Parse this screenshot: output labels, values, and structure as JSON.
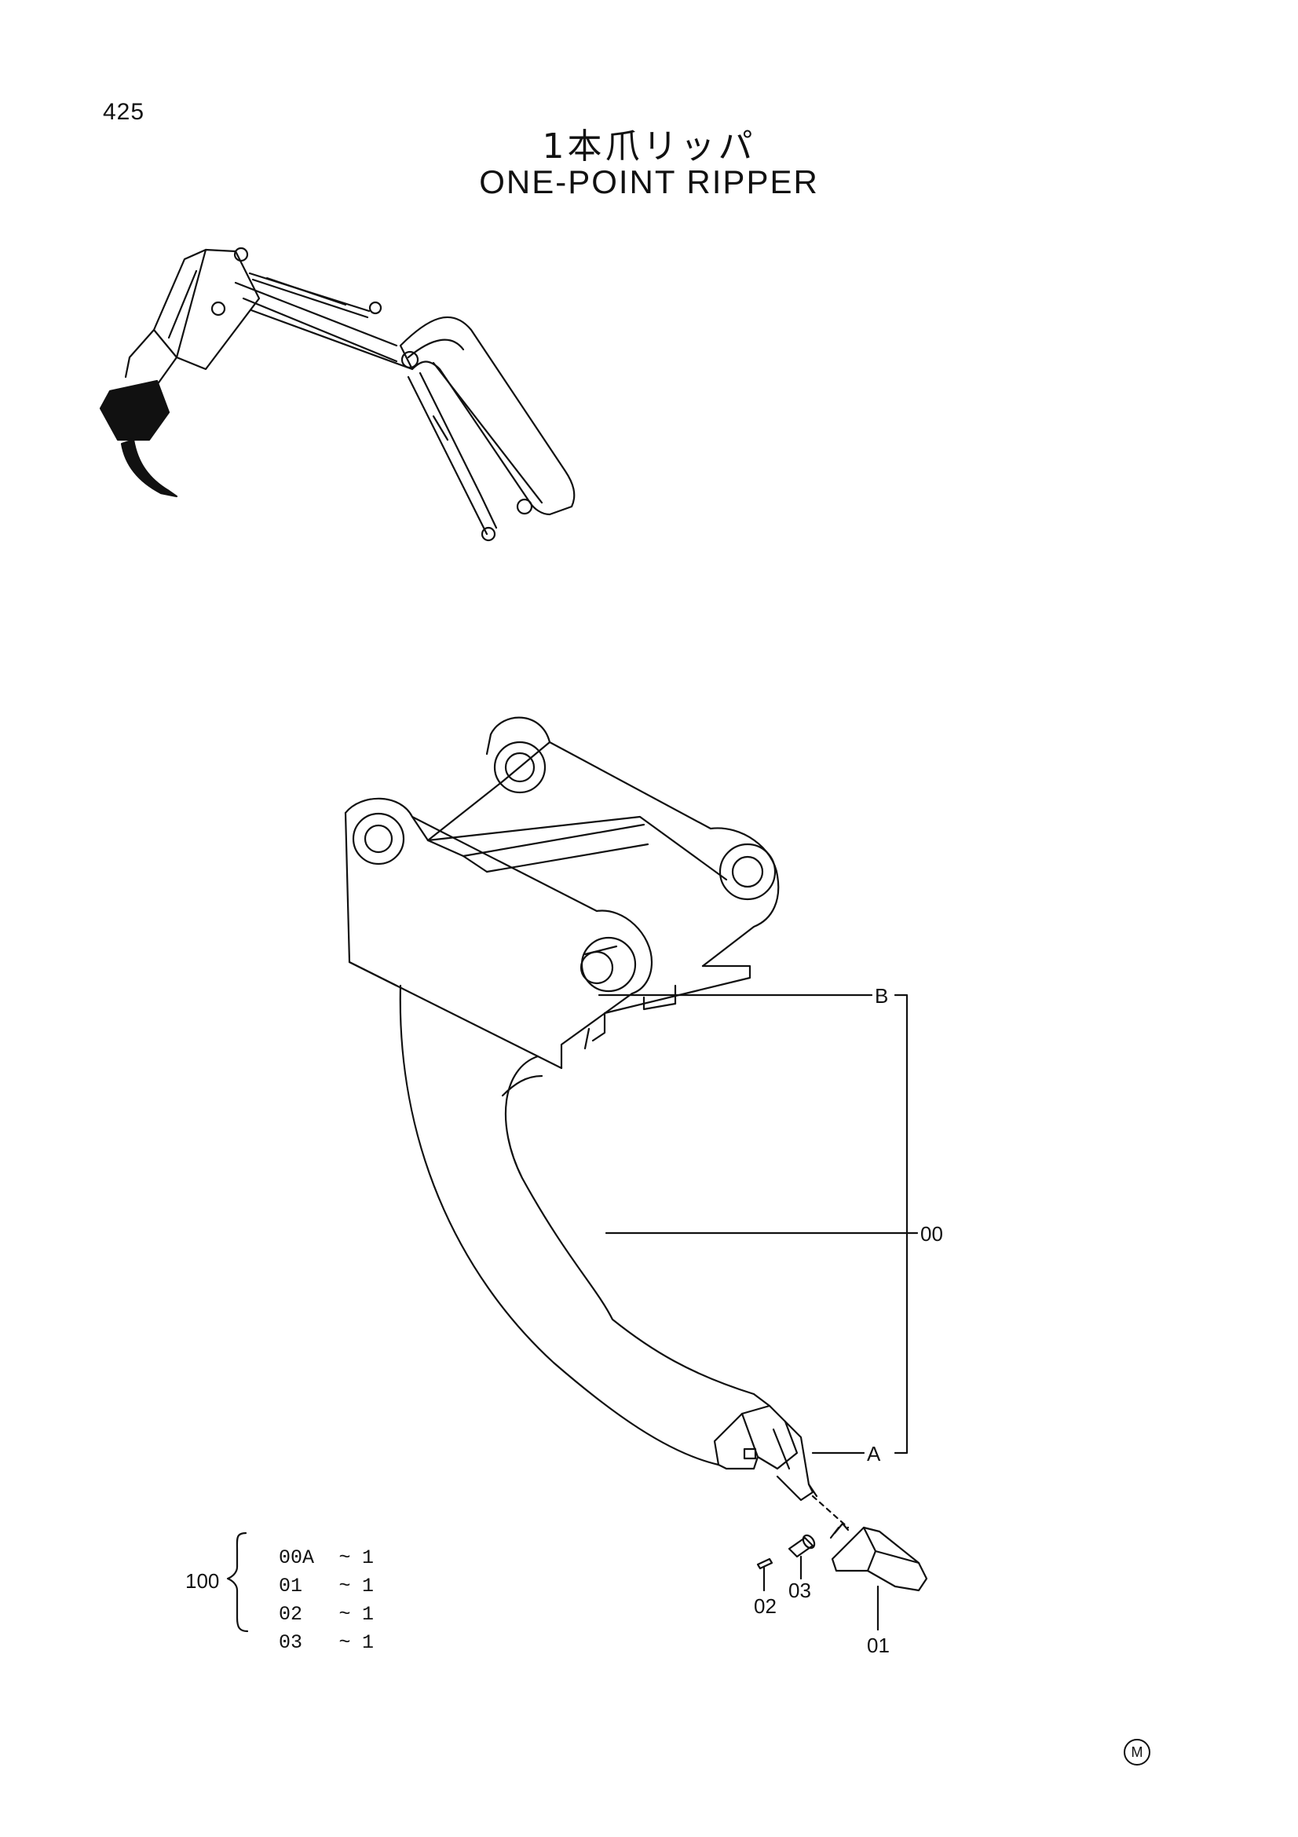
{
  "page_number": "425",
  "title_jp": "1本爪リッパ",
  "title_en": "ONE-POINT RIPPER",
  "callouts": {
    "b": "B",
    "assembly": "00",
    "a": "A",
    "tooth": "01",
    "pin": "02",
    "lock": "03"
  },
  "kit": {
    "number": "100",
    "rows": [
      {
        "code": "00A",
        "sep": "~",
        "qty": "1"
      },
      {
        "code": "01",
        "sep": "~",
        "qty": "1"
      },
      {
        "code": "02",
        "sep": "~",
        "qty": "1"
      },
      {
        "code": "03",
        "sep": "~",
        "qty": "1"
      }
    ]
  },
  "maker_mark": "M",
  "colors": {
    "ink": "#111111",
    "paper": "#ffffff"
  }
}
